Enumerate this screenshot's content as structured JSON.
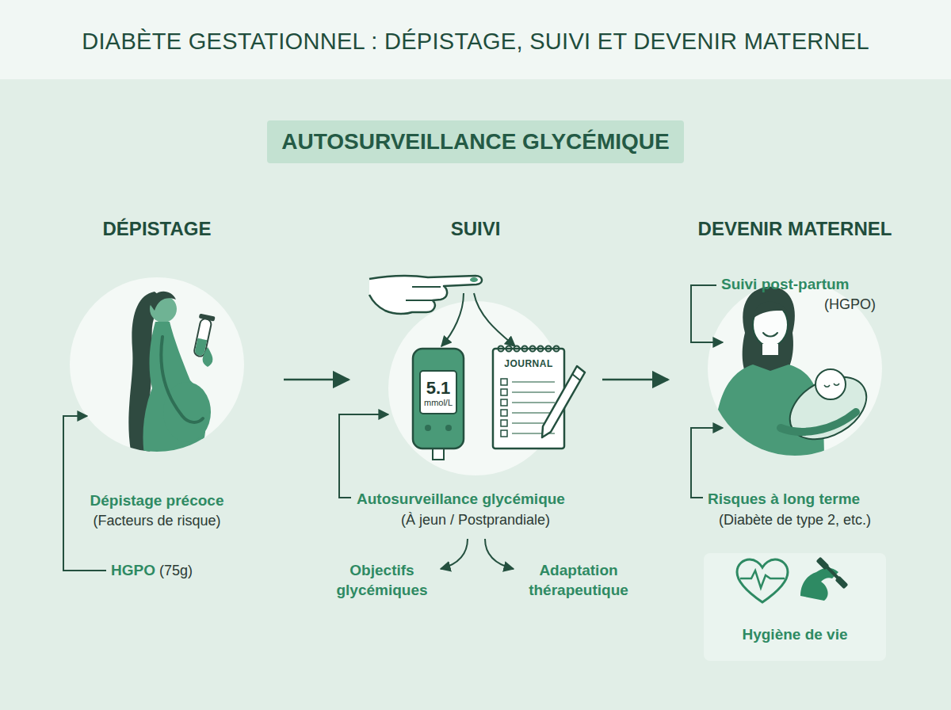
{
  "diagram": {
    "title": "DIABÈTE GESTATIONNEL : DÉPISTAGE, SUIVI ET DEVENIR MATERNEL",
    "nodes": [
      {
        "text": [
          "AUTOSURVEILLANCE GLYCÉMIQUE"
        ]
      },
      {
        "text": [
          "DÉPISTAGE"
        ]
      },
      {
        "text": [
          "SUIVI"
        ]
      },
      {
        "text": [
          "DEVENIR MATERNEL"
        ]
      },
      {
        "text": [
          "Hygiène de vie"
        ]
      }
    ],
    "edges": [
      {
        "from": 1,
        "to": 2,
        "arrow": "to"
      },
      {
        "from": 2,
        "to": 3,
        "arrow": "to"
      }
    ],
    "labels": [
      "Dépistage précoce",
      "(Facteurs de risque)",
      "HGPO",
      "(75g)",
      "5.1",
      "mmol/L",
      "JOURNAL",
      "Autosurveillance glycémique",
      "(À jeun / Postprandiale)",
      "Objectifs glycémiques",
      "Adaptation thérapeutique",
      "Suivi post-partum",
      "(HGPO)",
      "Risques à long terme",
      "(Diabète de type 2, etc.)"
    ]
  }
}
